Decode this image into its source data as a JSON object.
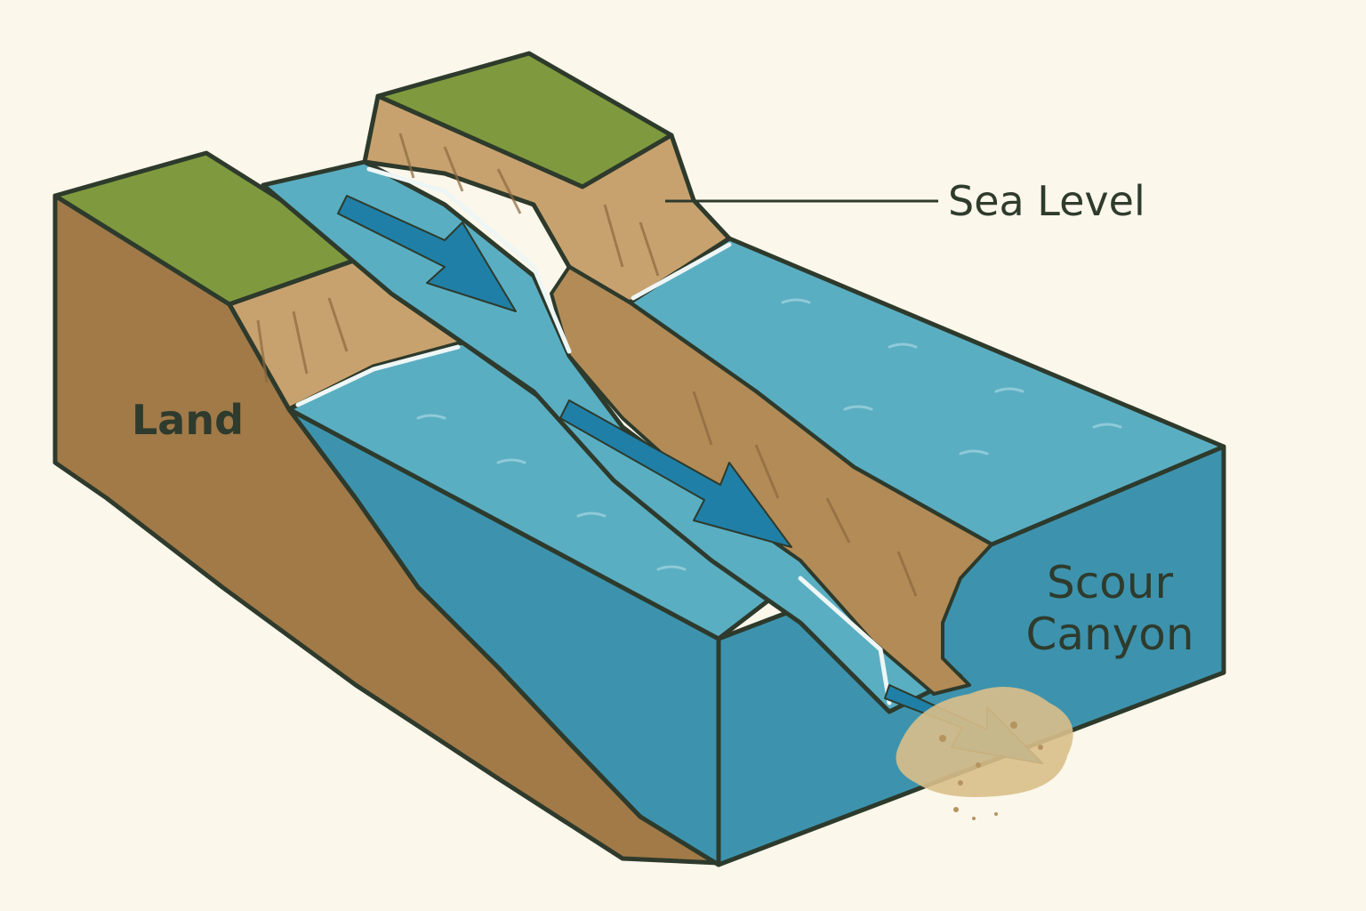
{
  "labels": {
    "land": "Land",
    "sea_level": "Sea Level",
    "scour_canyon_line1": "Scour",
    "scour_canyon_line2": "Canyon"
  },
  "colors": {
    "background": "#fbf7ea",
    "outline": "#2d3a2c",
    "grass": "#7f9a3e",
    "earth_dark": "#a17a48",
    "earth_light": "#c8a26e",
    "water_top": "#5aaec2",
    "water_side": "#3d93ad",
    "current_arrow": "#1f7fa6",
    "sediment": "#d9bf8a",
    "text": "#2e3b2d"
  }
}
